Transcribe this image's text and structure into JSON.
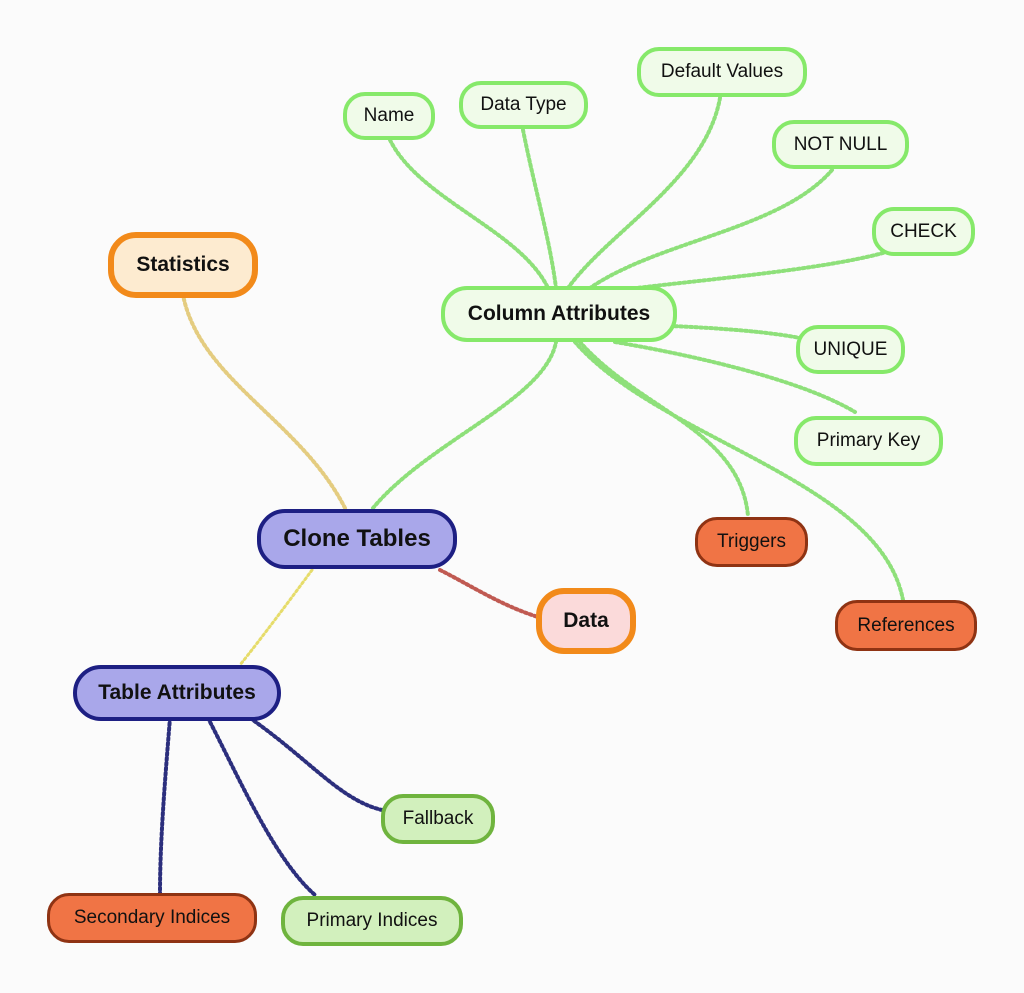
{
  "diagram": {
    "root": "Clone Tables",
    "column_attributes": {
      "label": "Column Attributes",
      "children": [
        "Name",
        "Data Type",
        "Default Values",
        "NOT NULL",
        "CHECK",
        "UNIQUE",
        "Primary Key",
        "Triggers",
        "References"
      ]
    },
    "statistics": "Statistics",
    "data": "Data",
    "table_attributes": {
      "label": "Table Attributes",
      "children": [
        "Fallback",
        "Primary Indices",
        "Secondary Indices"
      ]
    }
  },
  "colors": {
    "green_border": "#86e96a",
    "green_fill": "#f0fbe9",
    "purple_border": "#1d1f83",
    "purple_fill": "#a9a7ea",
    "orange_border": "#f28a1a",
    "orange_leaf": "#f07445",
    "link_green": "#8ee07a",
    "link_yellow": "#e6dc6a",
    "link_red": "#c05a52",
    "link_navy": "#2c2f7d",
    "link_statistics": "#e4cc80"
  }
}
